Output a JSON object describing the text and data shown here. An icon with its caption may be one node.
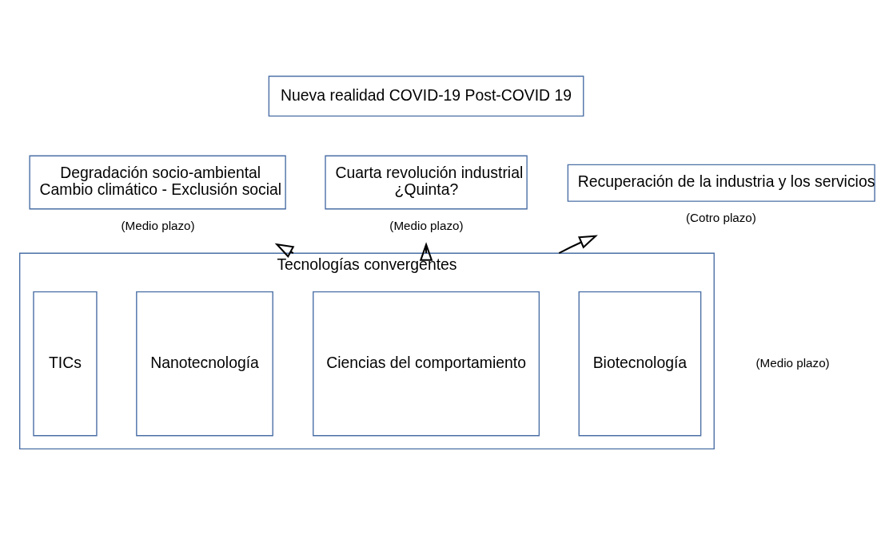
{
  "diagram": {
    "nodes": [
      {
        "text": [
          "Nueva realidad COVID-19 Post-COVID 19"
        ]
      },
      {
        "text": [
          "Degradación socio-ambiental",
          "Cambio climático - Exclusión social"
        ],
        "beside": [
          "(Medio plazo)"
        ]
      },
      {
        "text": [
          "Cuarta revolución industrial",
          "¿Quinta?"
        ],
        "beside": [
          "(Medio plazo)"
        ]
      },
      {
        "text": [
          "Recuperación de la industria y los servicios"
        ],
        "beside": [
          "(Cotro plazo)"
        ]
      },
      {
        "text": [
          "Tecnologías convergentes"
        ],
        "beside": [
          "(Medio plazo)"
        ]
      },
      {
        "text": [
          "TICs"
        ],
        "in": 4
      },
      {
        "text": [
          "Nanotecnología"
        ],
        "in": 4
      },
      {
        "text": [
          "Ciencias del comportamiento"
        ],
        "in": 4
      },
      {
        "text": [
          "Biotecnología"
        ],
        "in": 4
      }
    ],
    "edges": [
      {
        "from": 4,
        "to": 1,
        "arrow": "to"
      },
      {
        "from": 4,
        "to": 2,
        "arrow": "to"
      },
      {
        "from": 4,
        "to": 3,
        "arrow": "to"
      }
    ]
  }
}
